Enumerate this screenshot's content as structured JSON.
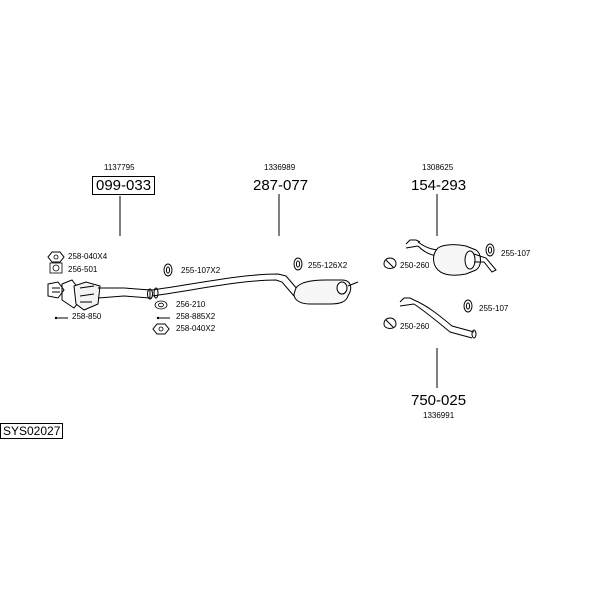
{
  "groups": [
    {
      "code": "1137795",
      "part": "099-033",
      "boxed": true
    },
    {
      "code": "1336989",
      "part": "287-077",
      "boxed": false
    },
    {
      "code": "1308625",
      "part": "154-293",
      "boxed": false
    },
    {
      "code": "1336991",
      "part": "750-025",
      "boxed": false
    }
  ],
  "refs": {
    "r1": "258-040X4",
    "r2": "256-501",
    "r3": "258-850",
    "r4": "255-107X2",
    "r5": "256-210",
    "r6": "258-885X2",
    "r7": "258-040X2",
    "r8": "255-126X2",
    "r9": "250-260",
    "r10": "255-107",
    "r11": "255-107",
    "r12": "250-260"
  },
  "system_id": "SYS02027"
}
